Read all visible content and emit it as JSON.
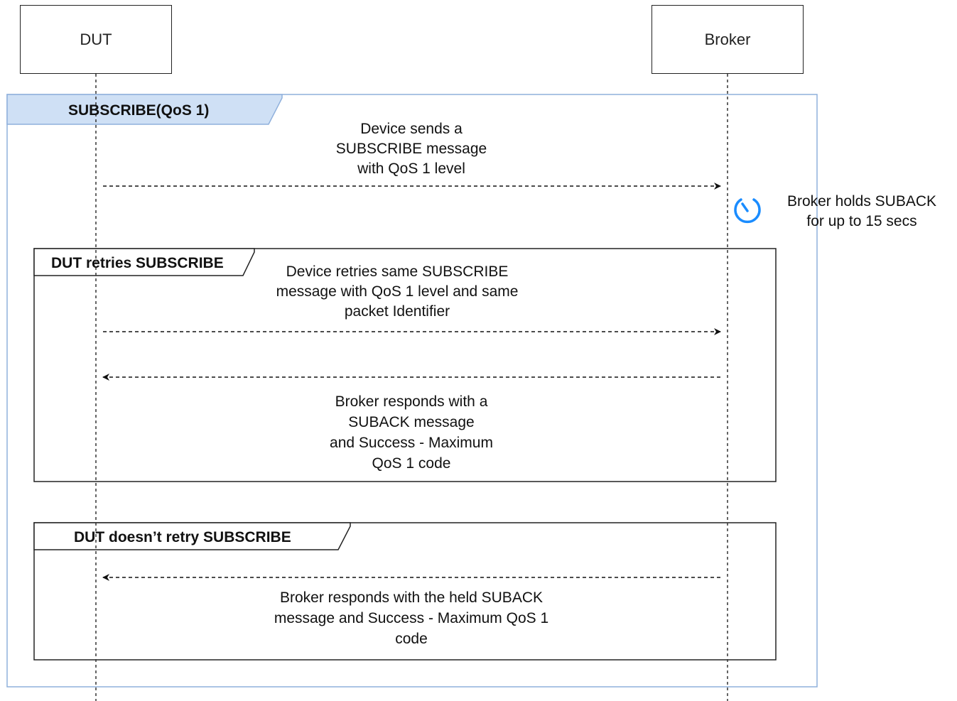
{
  "participants": {
    "dut": "DUT",
    "broker": "Broker"
  },
  "frames": {
    "outer": {
      "label": "SUBSCRIBE(QoS 1)",
      "accent": "#cfe0f5",
      "border": "#8fb0dc"
    },
    "retry": {
      "label": "DUT retries SUBSCRIBE"
    },
    "no_retry": {
      "label": "DUT doesn’t retry SUBSCRIBE"
    }
  },
  "messages": {
    "subscribe": [
      "Device sends a",
      "SUBSCRIBE message",
      "with QoS 1 level"
    ],
    "retry_subscribe": [
      "Device retries same SUBSCRIBE",
      "message with QoS 1 level and same",
      "packet Identifier"
    ],
    "suback_retry": [
      "Broker responds with a",
      "SUBACK message",
      "and Success - Maximum",
      "QoS 1  code"
    ],
    "suback_held": [
      "Broker responds with the held SUBACK",
      "message and Success - Maximum QoS 1",
      "code"
    ]
  },
  "note": {
    "lines": [
      "Broker holds SUBACK",
      "for up to 15 secs"
    ],
    "icon": "timer-icon",
    "icon_color": "#1a8cff"
  }
}
